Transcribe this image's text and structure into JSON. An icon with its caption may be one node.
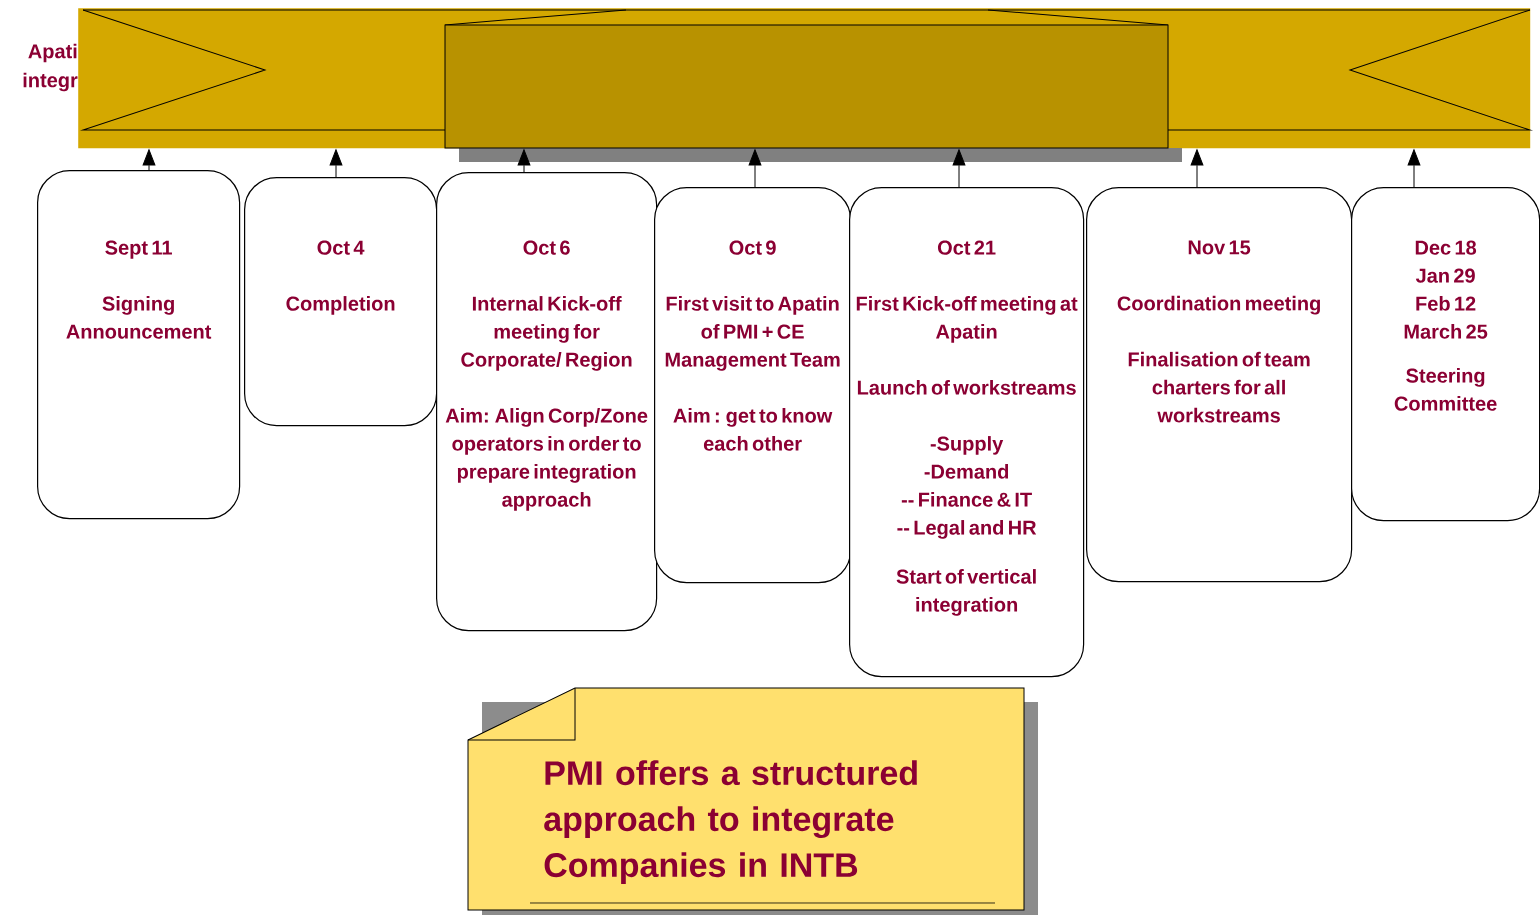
{
  "diagram": {
    "nodes": [
      {
        "text": [],
        "shape": "bar",
        "beside": [
          "Apati",
          "integr"
        ]
      },
      {
        "text": [
          "Sept 11",
          "Signing Announcement"
        ]
      },
      {
        "text": [
          "Oct 4",
          "Completion"
        ]
      },
      {
        "text": [
          "Oct 6",
          "Internal Kick-off meeting for Corporate/ Region",
          "Aim: Align Corp/Zone operators in order to prepare integration approach"
        ]
      },
      {
        "text": [
          "Oct 9",
          "First visit to Apatin of PMI + CE Management Team",
          "Aim : get to know each other"
        ]
      },
      {
        "text": [
          "Oct 21",
          "First Kick-off meeting at Apatin",
          "Launch of workstreams",
          "-Supply",
          "-Demand",
          "-- Finance & IT",
          "-- Legal and HR",
          "Start of vertical integration"
        ]
      },
      {
        "text": [
          "Nov 15",
          "Coordination meeting",
          "Finalisation of team charters for all workstreams"
        ]
      },
      {
        "text": [
          "Dec 18",
          "Jan 29",
          "Feb 12",
          "March 25",
          "Steering Committee"
        ]
      },
      {
        "text": [
          "PMI offers a structured approach to integrate Companies in INTB"
        ]
      }
    ],
    "edges": [
      {
        "from": 1,
        "to": 0,
        "arrow": "to"
      },
      {
        "from": 2,
        "to": 0,
        "arrow": "to"
      },
      {
        "from": 3,
        "to": 0,
        "arrow": "to"
      },
      {
        "from": 4,
        "to": 0,
        "arrow": "to"
      },
      {
        "from": 5,
        "to": 0,
        "arrow": "to"
      },
      {
        "from": 6,
        "to": 0,
        "arrow": "to"
      },
      {
        "from": 7,
        "to": 0,
        "arrow": "to"
      }
    ]
  }
}
